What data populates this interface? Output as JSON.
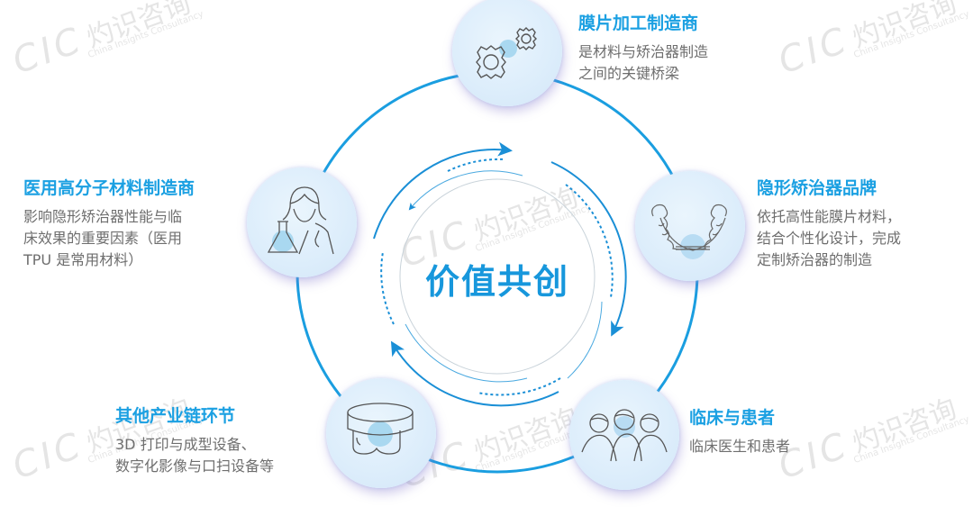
{
  "center": {
    "title": "价值共创"
  },
  "nodes": [
    {
      "id": "film-manufacturer",
      "icon": "gears-icon",
      "title": "膜片加工制造商",
      "description": "是材料与矫治器制造\n之间的关键桥梁"
    },
    {
      "id": "aligner-brand",
      "icon": "dental-aligner-icon",
      "title": "隐形矫治器品牌",
      "description": "依托高性能膜片材料，\n结合个性化设计，完成\n定制矫治器的制造"
    },
    {
      "id": "clinic-patients",
      "icon": "people-group-icon",
      "title": "临床与患者",
      "description": "临床医生和患者"
    },
    {
      "id": "other-chain",
      "icon": "intraoral-scanner-icon",
      "title": "其他产业链环节",
      "description": "3D 打印与成型设备、\n数字化影像与口扫设备等"
    },
    {
      "id": "polymer-manufacturer",
      "icon": "scientist-flask-icon",
      "title": "医用高分子材料制造商",
      "description": "影响隐形矫治器性能与临\n床效果的重要因素（医用\nTPU 是常用材料）"
    }
  ],
  "watermark": {
    "logo": "CIC",
    "name_cn": "灼识咨询",
    "name_en": "China Insights Consultancy"
  },
  "colors": {
    "accent": "#1ba0e2",
    "ring": "#1a9ee0",
    "node_fill": "#dcedfb",
    "desc_text": "#6e6e6e"
  }
}
